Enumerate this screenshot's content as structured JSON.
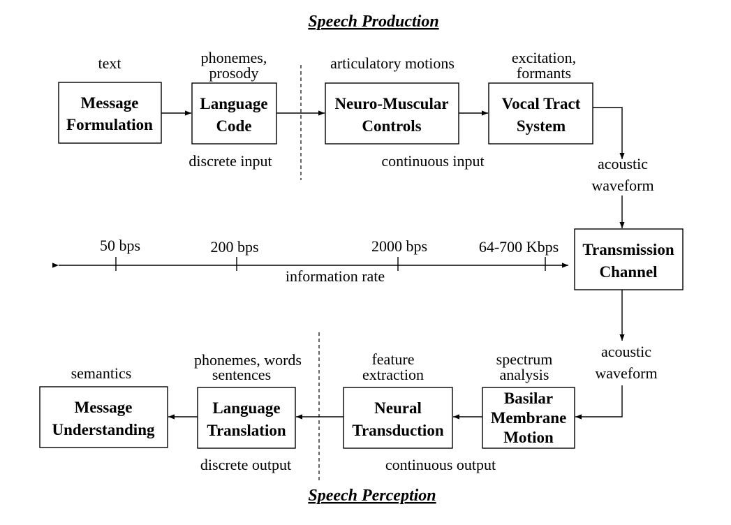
{
  "titles": {
    "production": "Speech Production",
    "perception": "Speech Perception"
  },
  "production": {
    "boxes": {
      "message_formulation": [
        "Message",
        "Formulation"
      ],
      "language_code": [
        "Language",
        "Code"
      ],
      "neuro_muscular": [
        "Neuro-Muscular",
        "Controls"
      ],
      "vocal_tract": [
        "Vocal Tract",
        "System"
      ]
    },
    "labels": {
      "text": "text",
      "phonemes_prosody": [
        "phonemes,",
        "prosody"
      ],
      "articulatory_motions": "articulatory motions",
      "excitation_formants": [
        "excitation,",
        "formants"
      ],
      "discrete_input": "discrete input",
      "continuous_input": "continuous input",
      "acoustic_waveform": [
        "acoustic",
        "waveform"
      ]
    }
  },
  "channel": {
    "box": [
      "Transmission",
      "Channel"
    ]
  },
  "rate_axis": {
    "ticks": [
      "50 bps",
      "200 bps",
      "2000 bps",
      "64-700 Kbps"
    ],
    "label": "information rate"
  },
  "perception": {
    "boxes": {
      "message_understanding": [
        "Message",
        "Understanding"
      ],
      "language_translation": [
        "Language",
        "Translation"
      ],
      "neural_transduction": [
        "Neural",
        "Transduction"
      ],
      "basilar_membrane": [
        "Basilar",
        "Membrane",
        "Motion"
      ]
    },
    "labels": {
      "semantics": "semantics",
      "phonemes_words_sentences": [
        "phonemes, words",
        "sentences"
      ],
      "feature_extraction": [
        "feature",
        "extraction"
      ],
      "spectrum_analysis": [
        "spectrum",
        "analysis"
      ],
      "discrete_output": "discrete output",
      "continuous_output": "continuous output",
      "acoustic_waveform": [
        "acoustic",
        "waveform"
      ]
    }
  }
}
